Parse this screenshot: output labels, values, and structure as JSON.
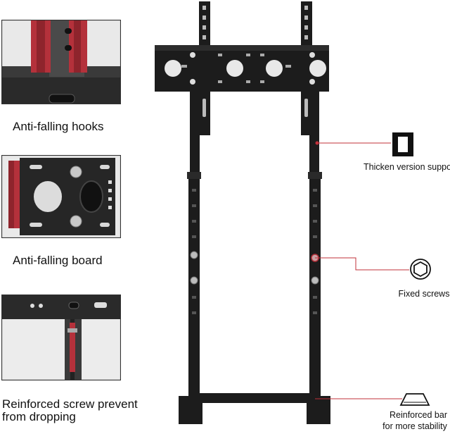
{
  "left_panels": [
    {
      "caption": "Anti-falling hooks"
    },
    {
      "caption": "Anti-falling board"
    },
    {
      "caption_line1": "Reinforced screw prevent",
      "caption_line2": "from dropping"
    }
  ],
  "callouts": {
    "thicken": "Thicken version support",
    "screws": "Fixed screws",
    "bar_line1": "Reinforced bar",
    "bar_line2": "for more stability"
  },
  "colors": {
    "frame": "#1c1c1c",
    "accent_red": "#c0303a",
    "panel_border": "#333333",
    "panel_bg": "#e8e8e8"
  },
  "icons": [
    "rectangle-profile-icon",
    "hex-screw-icon",
    "trapezoid-bar-icon"
  ]
}
